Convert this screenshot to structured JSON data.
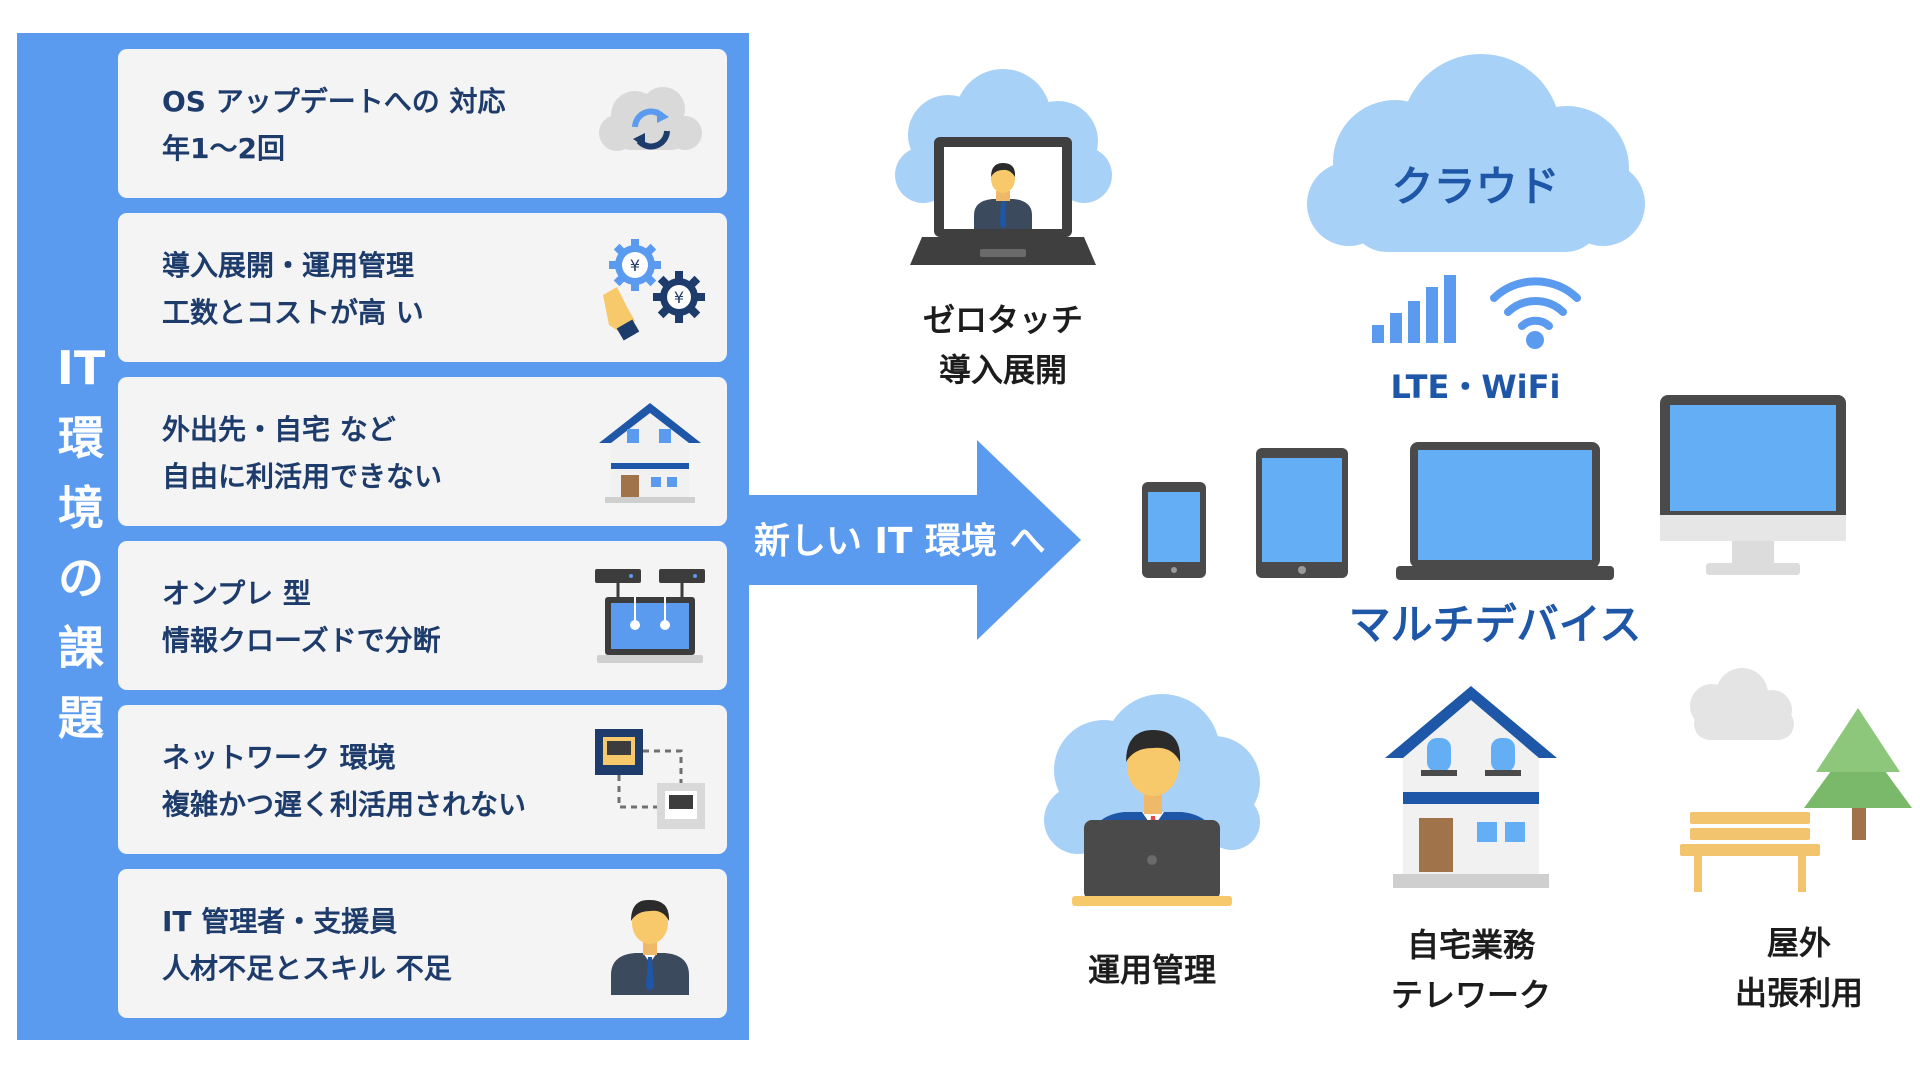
{
  "left_panel": {
    "title": "IT環境の課題",
    "title_chars": [
      "IT",
      "環",
      "境",
      "の",
      "課",
      "題"
    ],
    "issues": [
      {
        "line1": "OS アップデートへの 対応",
        "line2": "年1～2回",
        "icon": "cloud-update-icon"
      },
      {
        "line1": "導入展開・運用管理",
        "line2": "工数とコストが高 い",
        "icon": "yen-gears-icon"
      },
      {
        "line1": "外出先・自宅 など",
        "line2": "自由に利活用できない",
        "icon": "house-icon"
      },
      {
        "line1": "オンプレ 型",
        "line2": "情報クローズドで分断",
        "icon": "on-premise-server-icon"
      },
      {
        "line1": "ネットワーク 環境",
        "line2": "複雑かつ遅く利活用されない",
        "icon": "network-ports-icon"
      },
      {
        "line1": "IT 管理者・支援員",
        "line2": "人材不足とスキル 不足",
        "icon": "businessman-icon"
      }
    ]
  },
  "arrow": {
    "label": "新しい IT 環境 へ"
  },
  "zero_touch": {
    "line1": "ゼロタッチ",
    "line2": "導入展開",
    "icon": "cloud-laptop-icon"
  },
  "cloud": {
    "label": "クラウド",
    "icon": "cloud-icon"
  },
  "network": {
    "label": "LTE・WiFi",
    "icons": [
      "signal-bars-icon",
      "wifi-icon"
    ]
  },
  "multi_device": {
    "label": "マルチデバイス",
    "icons": [
      "smartphone-icon",
      "tablet-icon",
      "laptop-icon",
      "desktop-monitor-icon"
    ]
  },
  "bottom": [
    {
      "line1": "運用管理",
      "line2": "",
      "icon": "admin-at-laptop-icon"
    },
    {
      "line1": "自宅業務",
      "line2": "テレワーク",
      "icon": "home-icon"
    },
    {
      "line1": "屋外",
      "line2": "出張利用",
      "icon": "outdoor-bench-tree-icon"
    }
  ],
  "colors": {
    "panel_blue": "#5b9bef",
    "card_gray": "#f4f4f4",
    "text_navy": "#1e3c6b",
    "label_blue": "#1e56a8",
    "cloud_light": "#a8d1f7",
    "screen_blue": "#63aef4"
  }
}
